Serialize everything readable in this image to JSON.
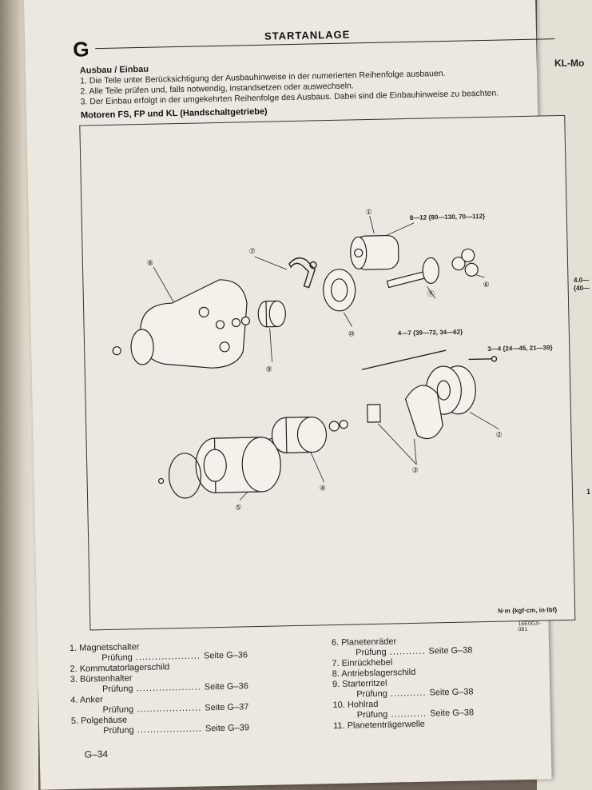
{
  "header": {
    "section_letter": "G",
    "title": "STARTANLAGE"
  },
  "intro": {
    "heading": "Ausbau / Einbau",
    "steps": [
      "1.  Die Teile unter Berücksichtigung der Ausbauhinweise in der numerierten Reihenfolge ausbauen.",
      "2.  Alle Teile prüfen und, falls notwendig, instandsetzen oder auswechseln.",
      "3.  Der Einbau erfolgt in der umgekehrten Reihenfolge des Ausbaus. Dabei sind die Einbauhinweise zu beachten."
    ]
  },
  "section_title": "Motoren FS, FP und KL (Handschaltgetriebe)",
  "diagram": {
    "callouts": [
      "①",
      "②",
      "③",
      "④",
      "⑤",
      "⑥",
      "⑦",
      "⑧",
      "⑨",
      "⑩",
      "⑪"
    ],
    "torque_1": "8—12 {80—130, 70—112}",
    "torque_2": "4—7 {39—72, 34—62}",
    "torque_3": "3—4 {24—45, 21—39}",
    "unit": "N·m {kgf·cm, in·lbf}",
    "code": "16E0GX-081"
  },
  "legend_left": [
    {
      "label": "1. Magnetschalter",
      "sub": "Prüfung",
      "page": "Seite G–36"
    },
    {
      "label": "2. Kommutatorlagerschild",
      "sub": "",
      "page": ""
    },
    {
      "label": "3. Bürstenhalter",
      "sub": "Prüfung",
      "page": "Seite G–36"
    },
    {
      "label": "4. Anker",
      "sub": "Prüfung",
      "page": "Seite G–37"
    },
    {
      "label": "5. Polgehäuse",
      "sub": "Prüfung",
      "page": "Seite G–39"
    }
  ],
  "legend_right": [
    {
      "label": "6. Planetenräder",
      "sub": "Prüfung",
      "page": "Seite G–38"
    },
    {
      "label": "7. Einrückhebel",
      "sub": "",
      "page": ""
    },
    {
      "label": "8. Antriebslagerschild",
      "sub": "",
      "page": ""
    },
    {
      "label": "9. Starterritzel",
      "sub": "Prüfung",
      "page": "Seite G–38"
    },
    {
      "label": "10. Hohlrad",
      "sub": "Prüfung",
      "page": "Seite G–38"
    },
    {
      "label": "11. Planetenträgerwelle",
      "sub": "",
      "page": ""
    }
  ],
  "footer": {
    "page_number": "G–34"
  },
  "right_page": {
    "title": "KL-Mo",
    "text_1": "4.0—",
    "text_2": "{40—",
    "text_3": "1"
  }
}
